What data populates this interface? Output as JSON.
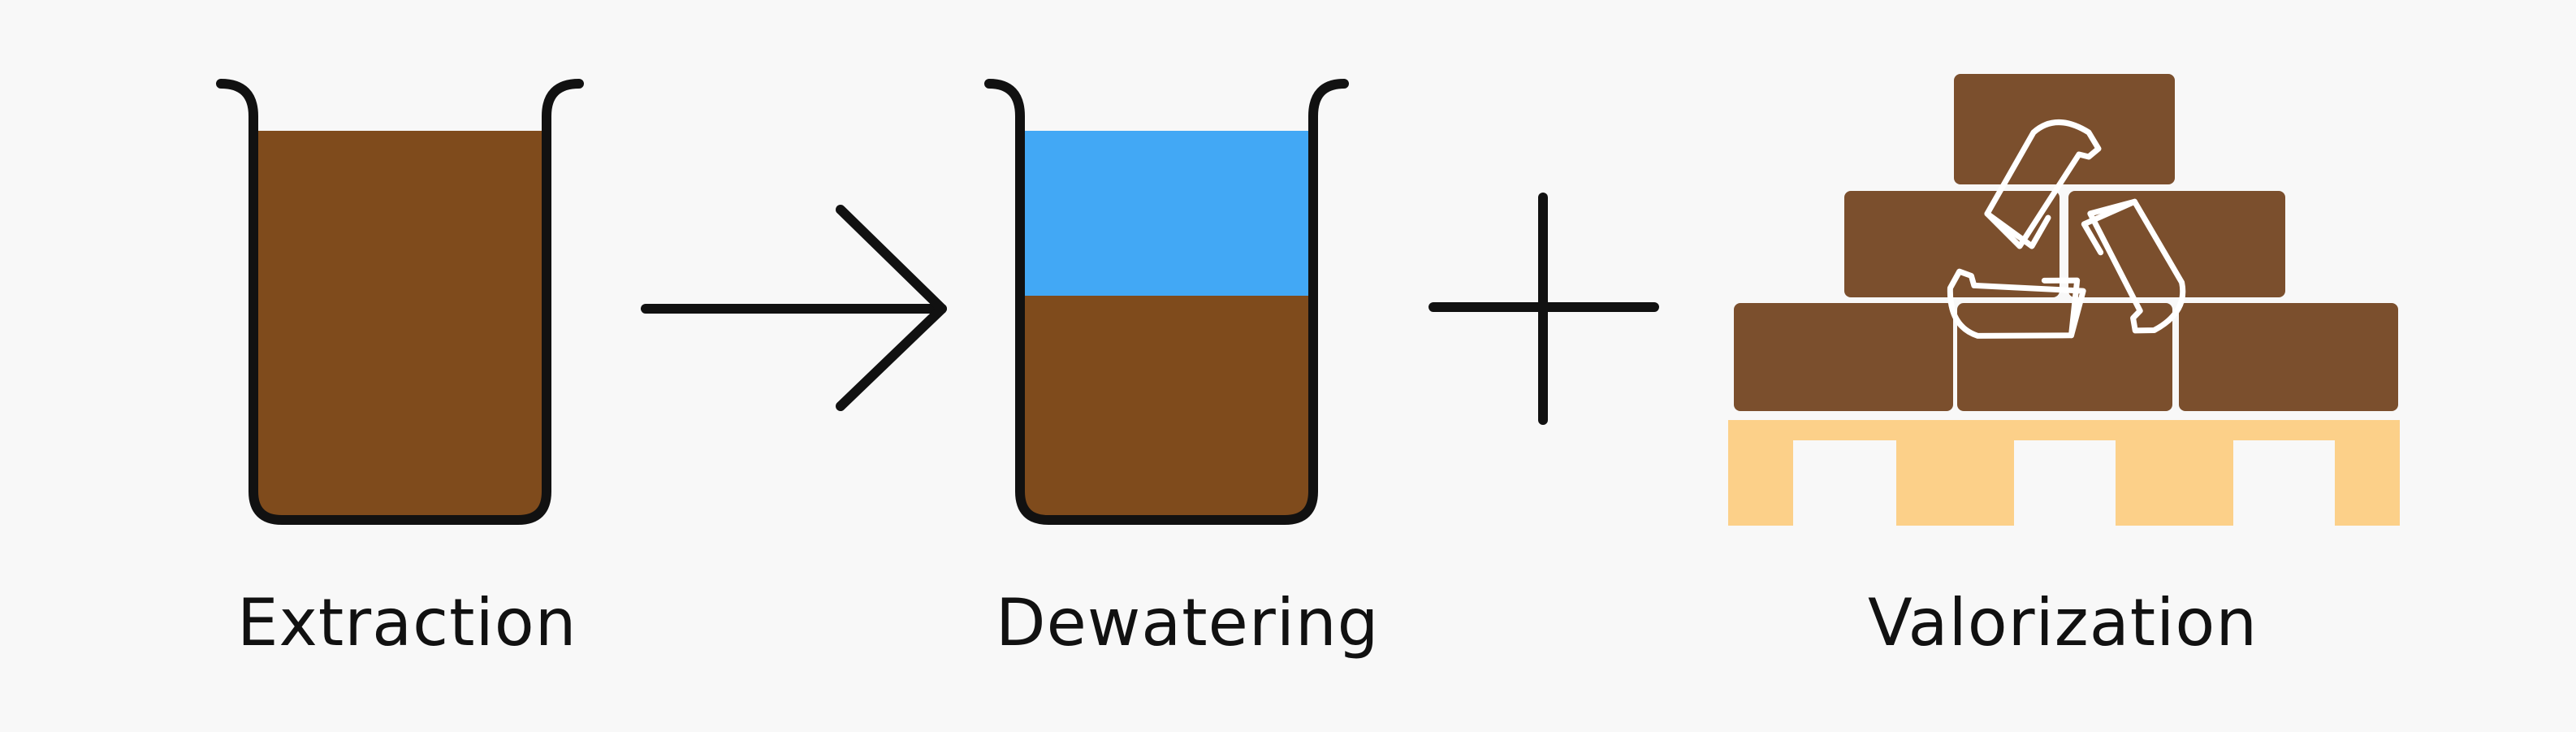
{
  "steps": {
    "extraction": {
      "label": "Extraction"
    },
    "dewatering": {
      "label": "Dewatering"
    },
    "valorization": {
      "label": "Valorization"
    }
  },
  "connectors": [
    "arrow-icon",
    "plus-icon"
  ],
  "colors": {
    "background": "#f8f8f8",
    "sludge": "#7f4b1c",
    "water": "#42a8f5",
    "beaker_outline": "#111111",
    "bricks": "#7b4f2d",
    "pallet": "#fcd089",
    "recycle_outline": "#ffffff"
  }
}
